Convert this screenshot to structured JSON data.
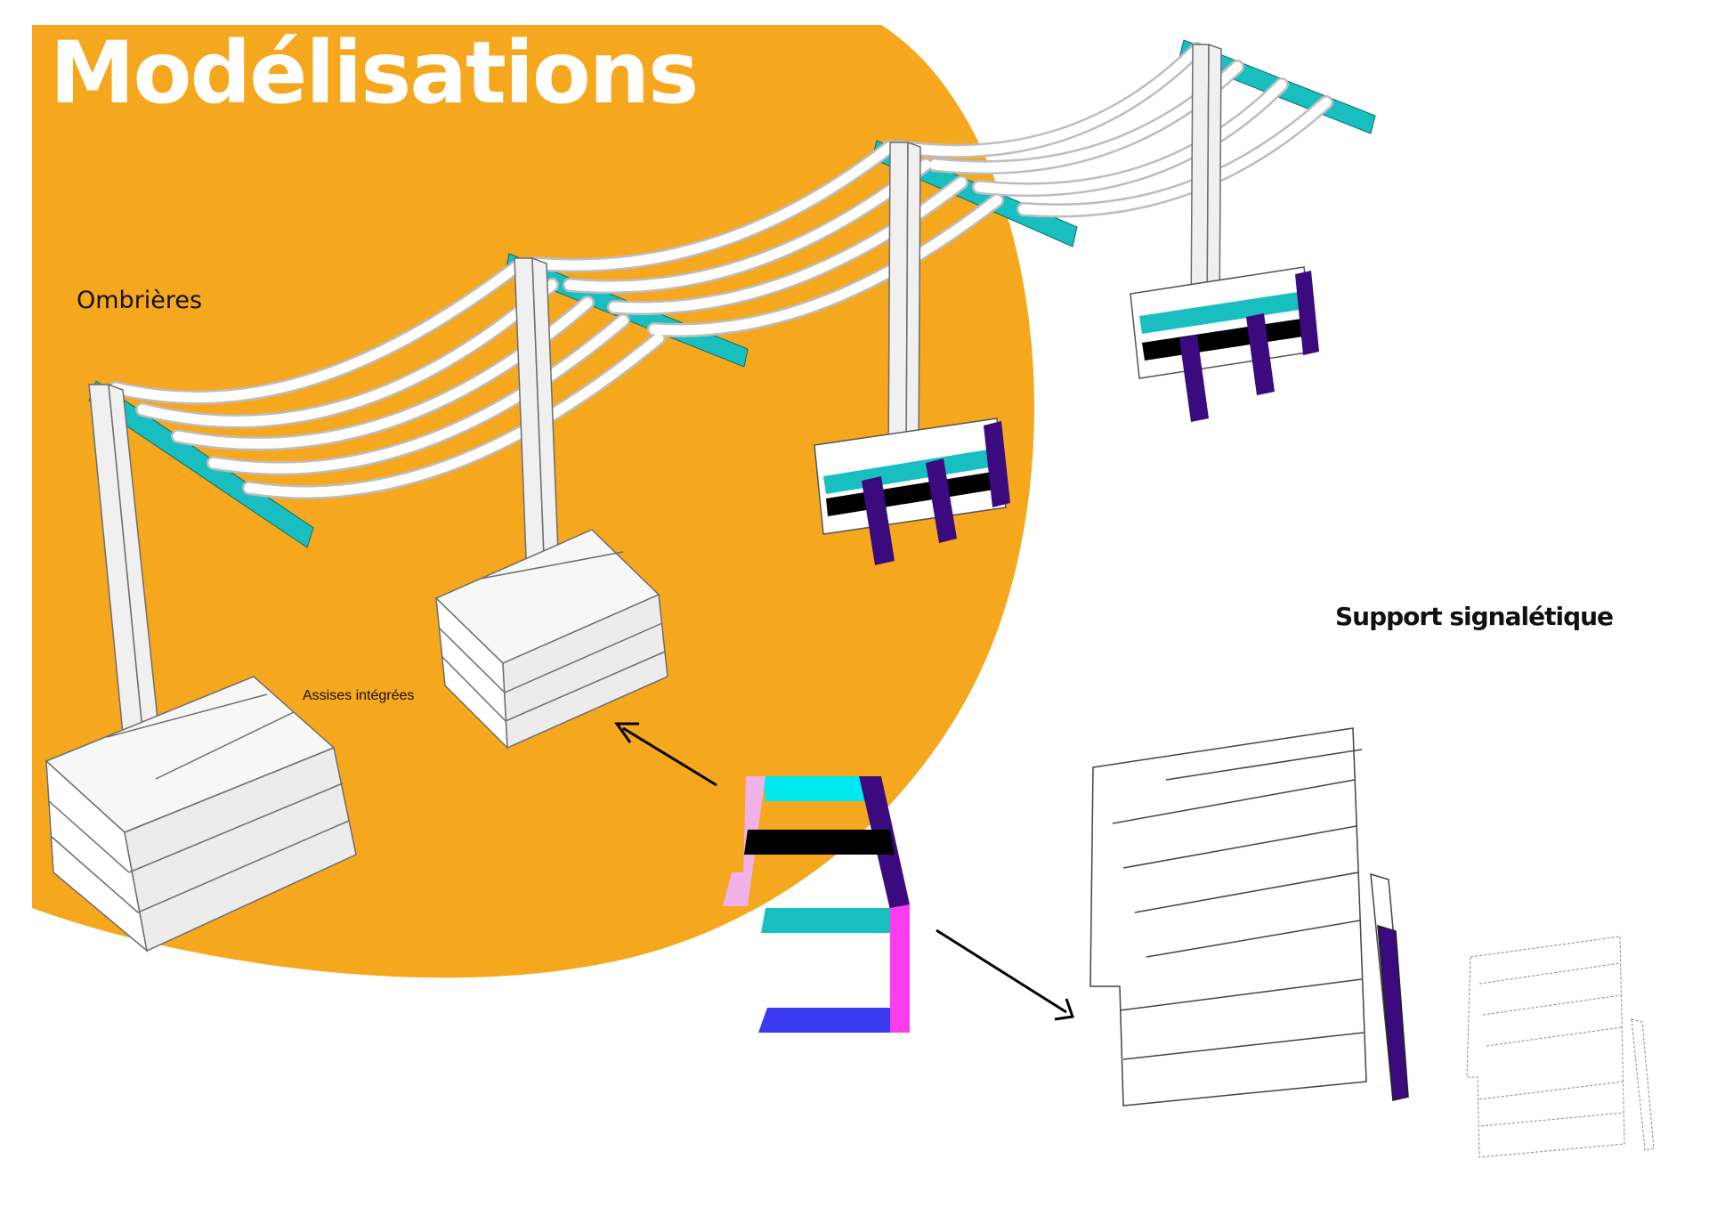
{
  "page": {
    "title": "Modélisations",
    "sections": {
      "ombrieres_label": "Ombrières",
      "assises_label": "Assises intégrées",
      "support_label": "Support signalétique"
    }
  },
  "palette": {
    "orange": "#F5A71E",
    "teal": "#19BFC0",
    "cyan": "#00E8F0",
    "purple": "#3B0A7E",
    "pink": "#F0B0E8",
    "magenta": "#FF3CF0",
    "blue": "#3A3AF0",
    "black": "#000000",
    "white": "#ffffff"
  },
  "illustrations": [
    "ombriere-shade-structure",
    "integrated-seat-blocks",
    "modular-seat-logo",
    "signage-support-panel",
    "signage-support-ghost"
  ]
}
